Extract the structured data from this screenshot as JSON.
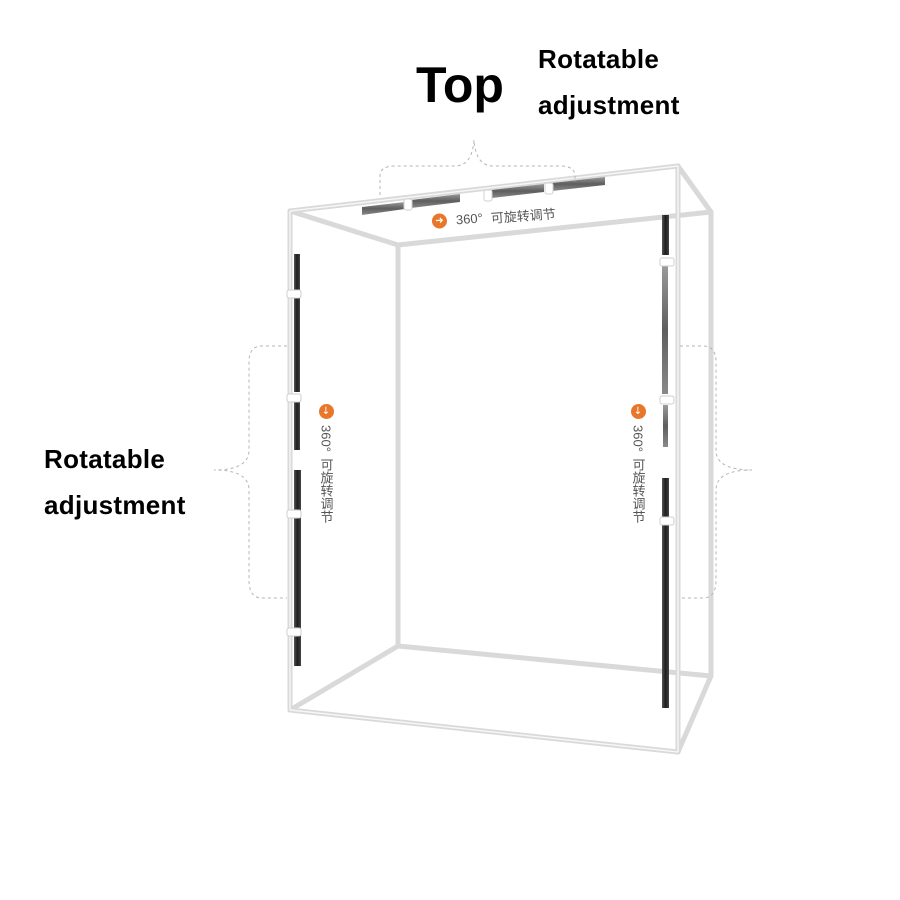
{
  "labels": {
    "top_title": "Top",
    "top_callout": [
      "Rotatable",
      "adjustment"
    ],
    "side_callout": [
      "Rotatable",
      "adjustment"
    ]
  },
  "tags": {
    "top": {
      "icon": "arrow-right-icon",
      "number": "360°",
      "text": "可旋转调节"
    },
    "left": {
      "icon": "arrow-down-icon",
      "number": "360°",
      "text": "可旋转调节"
    },
    "right": {
      "icon": "arrow-down-icon",
      "number": "360°",
      "text": "可旋转调节"
    }
  },
  "colors": {
    "frame": "#dddddd",
    "frame_edge": "#c9c9c9",
    "light_bar": "#2b2b2b",
    "light_bar_grey": "#8a8a8a",
    "bracket": "#b5b5b5",
    "tag_dot": "#e8772b",
    "tag_text": "#555555",
    "label_text": "#000000"
  }
}
